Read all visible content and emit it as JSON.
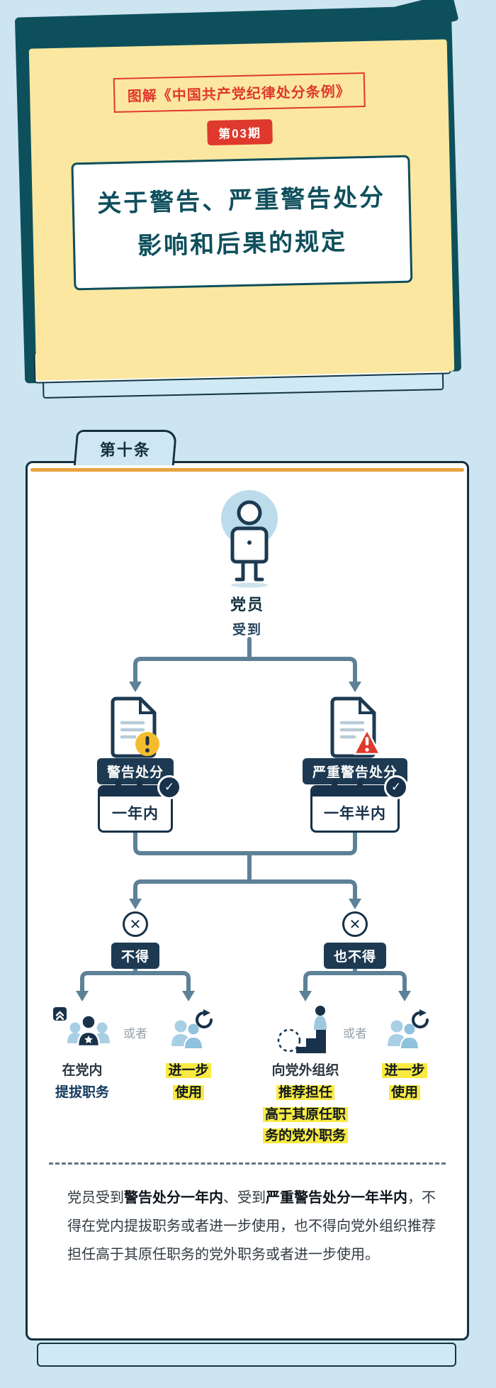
{
  "colors": {
    "page_bg": "#cde4f1",
    "teal": "#0d505c",
    "card_yellow": "#fbe7a0",
    "red": "#df382d",
    "navy": "#17324a",
    "accent_orange": "#e8a43c",
    "connector": "#5d8197",
    "highlight": "#f8ea43",
    "icon_blue": "#a9cfe4"
  },
  "glyphs": {
    "check": "✓",
    "cross": "✕"
  },
  "icons": {
    "person": "party-member-icon",
    "warning_doc": "warning-document-icon",
    "alert_doc": "alert-document-icon",
    "calendar_check": "calendar-check-icon",
    "forbidden": "cross-circle-icon",
    "promotion": "promotion-people-icon",
    "reuse": "people-reuse-arrow-icon",
    "stairs": "career-stairs-icon"
  },
  "header_card": {
    "series_title": "图解《中国共产党纪律处分条例》",
    "issue_badge": "第03期",
    "title_line1": "关于警告、严重警告处分",
    "title_line2": "影响和后果的规定"
  },
  "article": {
    "tab_label": "第十条"
  },
  "flowchart": {
    "subject": "党员",
    "relation": "受到",
    "branches": [
      {
        "icon": "warning-document-icon",
        "label": "警告处分",
        "period": "一年内"
      },
      {
        "icon": "alert-document-icon",
        "label": "严重警告处分",
        "period": "一年半内"
      }
    ],
    "prohibitions": [
      {
        "label": "不得",
        "or_label": "或者",
        "options": [
          {
            "icon": "promotion-people-icon",
            "lines": [
              {
                "text": "在党内"
              },
              {
                "text": "提拔职务"
              }
            ]
          },
          {
            "icon": "people-reuse-arrow-icon",
            "lines": [
              {
                "text": "进一步"
              },
              {
                "text": "使用"
              }
            ]
          }
        ]
      },
      {
        "label": "也不得",
        "or_label": "或者",
        "options": [
          {
            "icon": "career-stairs-icon",
            "lines": [
              {
                "text": "向党外组织"
              },
              {
                "text": "推荐担任"
              },
              {
                "text": "高于其原任职"
              },
              {
                "text": "务的党外职务"
              }
            ]
          },
          {
            "icon": "people-reuse-arrow-icon",
            "lines": [
              {
                "text": "进一步"
              },
              {
                "text": "使用"
              }
            ]
          }
        ]
      }
    ]
  },
  "summary": {
    "segments": [
      {
        "text": "党员受到"
      },
      {
        "text": "警告处分一年内"
      },
      {
        "text": "、受到"
      },
      {
        "text": "严重警告处分一年半内"
      },
      {
        "text": "，不得在党内提拔职务或者进一步使用，也不得向党外组织推荐担任高于其原任职务的党外职务或者进一步使用。"
      }
    ]
  }
}
